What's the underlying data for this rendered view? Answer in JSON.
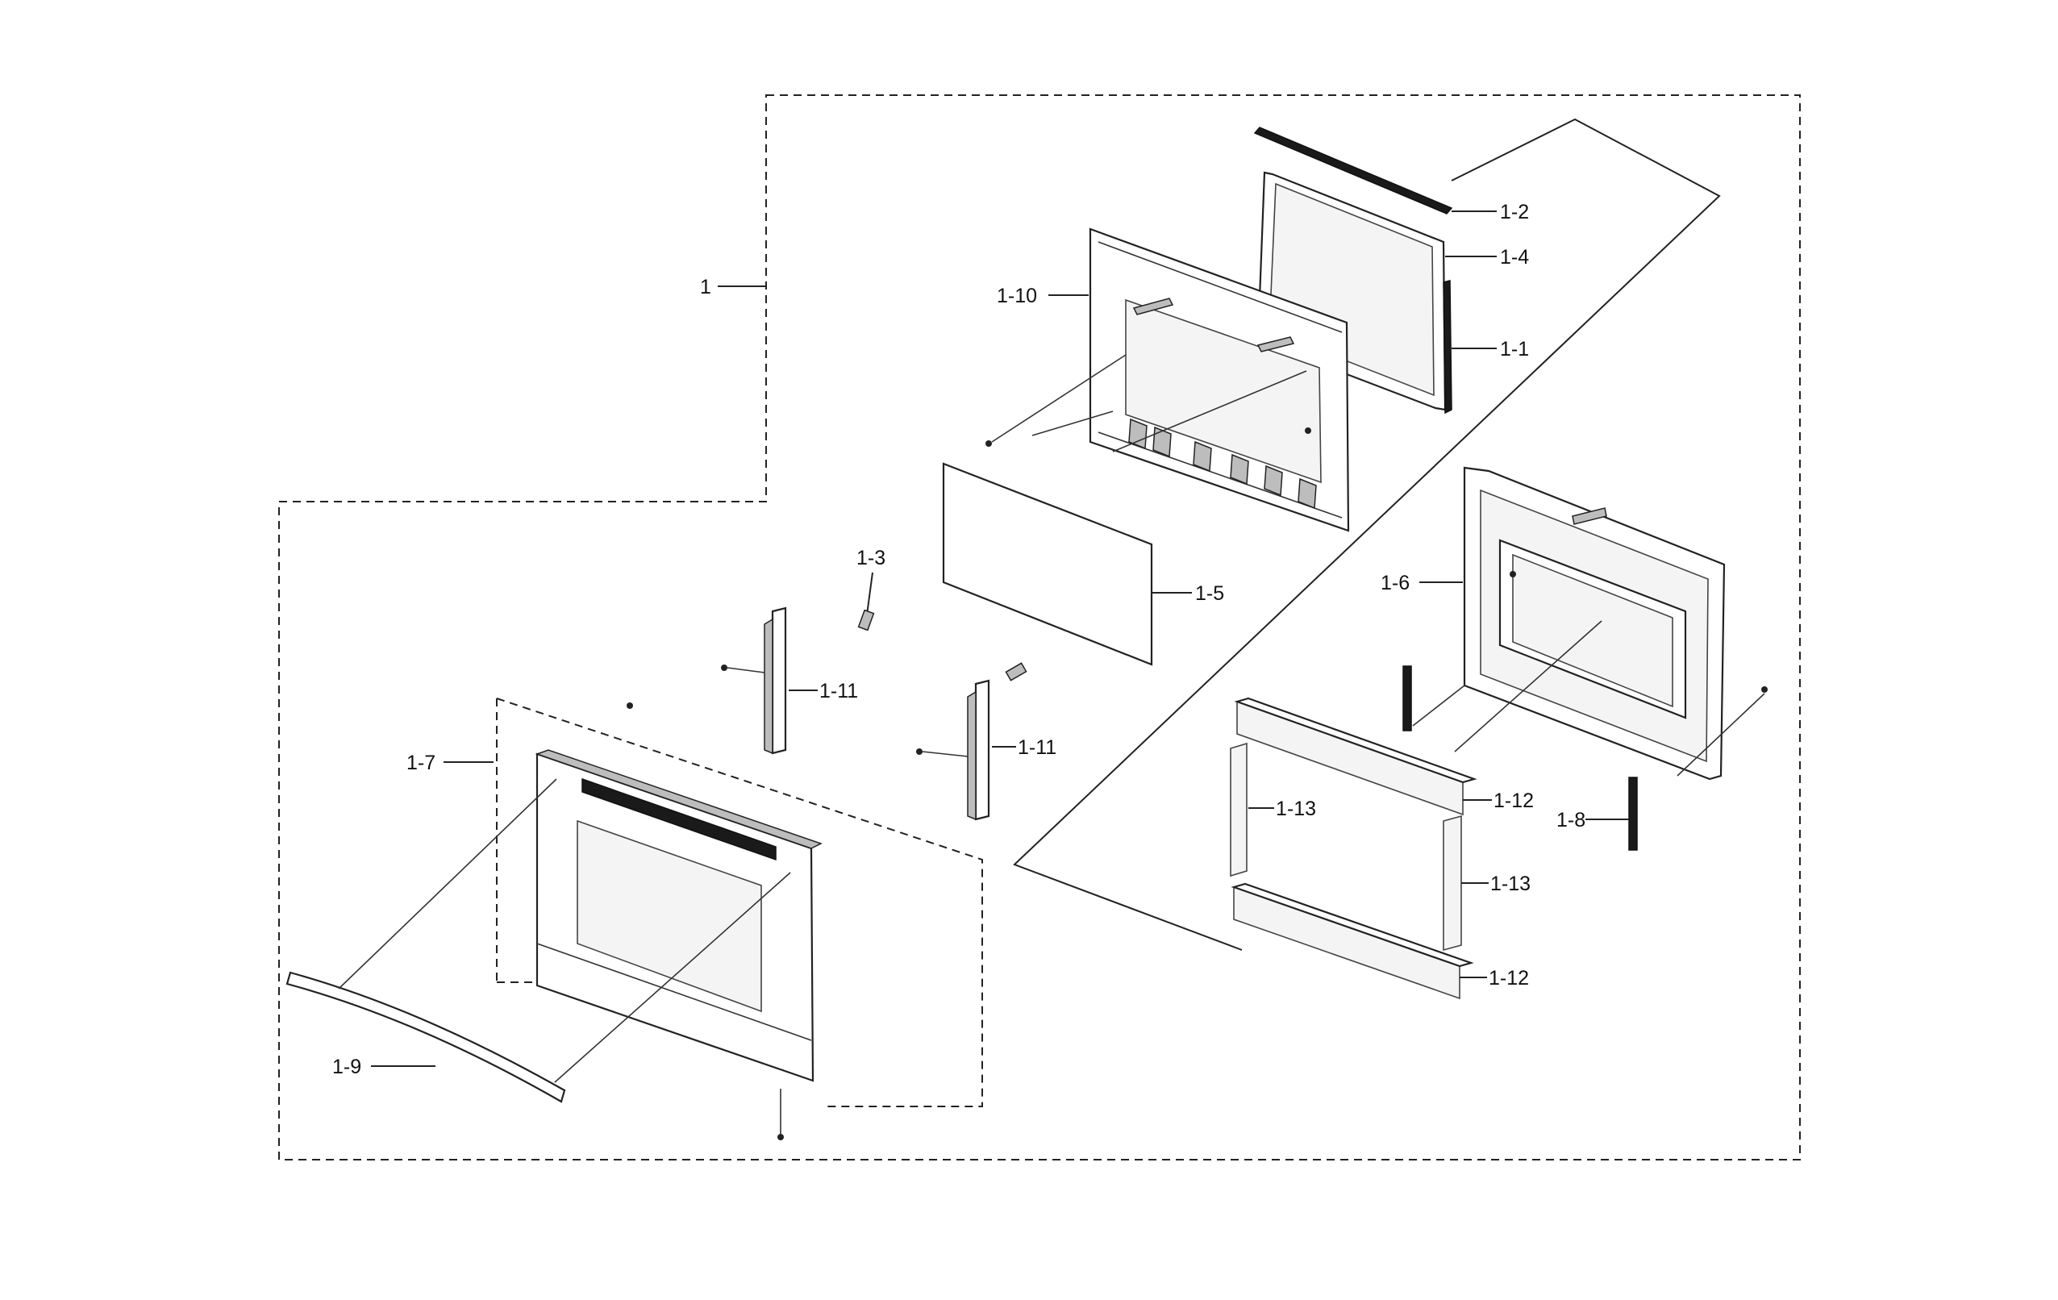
{
  "diagram": {
    "callouts": [
      {
        "id": "c-1",
        "label": "1"
      },
      {
        "id": "c-1-2",
        "label": "1-2"
      },
      {
        "id": "c-1-4",
        "label": "1-4"
      },
      {
        "id": "c-1-10",
        "label": "1-10"
      },
      {
        "id": "c-1-1",
        "label": "1-1"
      },
      {
        "id": "c-1-3",
        "label": "1-3"
      },
      {
        "id": "c-1-5",
        "label": "1-5"
      },
      {
        "id": "c-1-6",
        "label": "1-6"
      },
      {
        "id": "c-1-11a",
        "label": "1-11"
      },
      {
        "id": "c-1-11b",
        "label": "1-11"
      },
      {
        "id": "c-1-7",
        "label": "1-7"
      },
      {
        "id": "c-1-12a",
        "label": "1-12"
      },
      {
        "id": "c-1-13a",
        "label": "1-13"
      },
      {
        "id": "c-1-8",
        "label": "1-8"
      },
      {
        "id": "c-1-13b",
        "label": "1-13"
      },
      {
        "id": "c-1-12b",
        "label": "1-12"
      },
      {
        "id": "c-1-9",
        "label": "1-9"
      }
    ]
  }
}
